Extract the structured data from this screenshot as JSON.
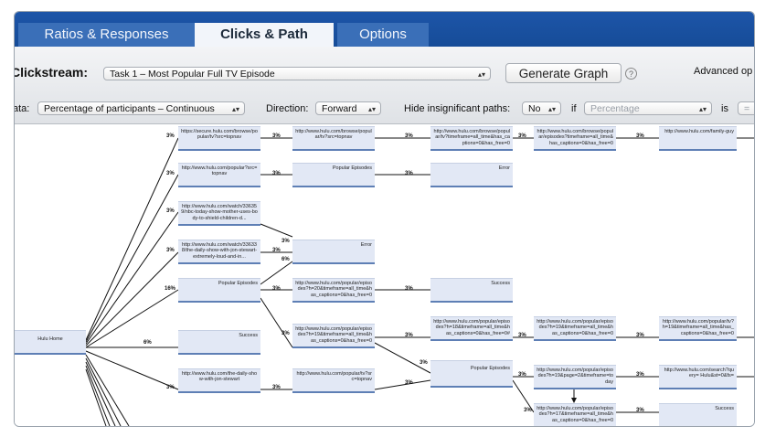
{
  "tabs": [
    {
      "label": "Ratios & Responses",
      "active": false
    },
    {
      "label": "Clicks & Path",
      "active": true
    },
    {
      "label": "Options",
      "active": false
    }
  ],
  "toolbar": {
    "clickstream_label": "Clickstream:",
    "task_select": "Task 1 – Most Popular Full TV Episode",
    "generate_button": "Generate Graph",
    "help": "?",
    "advanced_label": "Advanced op",
    "data_label": "ata:",
    "data_select": "Percentage of participants – Continuous",
    "direction_label": "Direction:",
    "direction_select": "Forward",
    "hide_label": "Hide insignificant paths:",
    "hide_select": "No",
    "if_label": "if",
    "metric_placeholder": "Percentage",
    "is_label": "is",
    "cond_placeholder": "="
  },
  "diagram": {
    "root": "Hulu Home",
    "nodes": {
      "n1a": "https://secure.hulu.com/browse/popular/tv?src=topnav",
      "n1b": "http://www.hulu.com/popular?src=topnav",
      "n1c": "http://www.hulu.com/watch/336359/nbc-today-show-mother-uses-body-to-shield-children-d...",
      "n1d": "http://www.hulu.com/watch/336338/the-daily-show-with-jon-stewart-extremely-loud-and-in...",
      "n1e": "Popular Episodes",
      "n1f": "Success",
      "n1g": "http://www.hulu.com/the-daily-show-with-jon-stewart",
      "n2a": "http://www.hulu.com/browse/popular/tv?src=topnav",
      "n2b": "Popular Episodes",
      "n2c": "Error",
      "n2d": "http://www.hulu.com/popular/episodes?h=20&timeframe=all_time&has_captions=0&has_free=0",
      "n2e": "http://www.hulu.com/popular/episodes?h=19&timeframe=all_time&has_captions=0&has_free=0",
      "n2f": "http://www.hulu.com/popular/tv?src=topnav",
      "n3a": "http://www.hulu.com/browse/popular/tv?timeframe=all_time&has_captions=0&has_free=0",
      "n3b": "Error",
      "n3c": "Success",
      "n3d": "http://www.hulu.com/popular/episodes?h=18&timeframe=all_time&has_captions=0&has_free=0#",
      "n3e": "Popular Episodes",
      "n4a": "http://www.hulu.com/browse/popular/episodes?timeframe=all_time&has_captions=0&has_free=0",
      "n4b": "http://www.hulu.com/popular/episodes?h=19&timeframe=all_time&has_captions=0&has_free=0",
      "n4c": "http://www.hulu.com/popular/episodes?h=19&page=2&timeframe=today",
      "n4d": "http://www.hulu.com/popular/episodes?h=17&timeframe=all_time&has_captions=0&has_free=0",
      "n5a": "http://www.hulu.com/family-guy",
      "n5b": "http://www.hulu.com/popular/tv?h=19&timeframe=all_time&has_captions=0&has_free=0",
      "n5c": "http://www.hulu.com/search?query= Hulu&st=0&fs=",
      "n5d": "Success"
    },
    "edge_labels": {
      "r_1a": "3%",
      "r_1b": "3%",
      "r_1c": "3%",
      "r_1d": "3%",
      "r_1e": "16%",
      "r_1f": "6%",
      "r_1g": "3%",
      "1a_2a": "3%",
      "1b_2b": "3%",
      "1d_2c": "3%",
      "1c_2c": "3%",
      "1e_2c": "6%",
      "1e_2d": "3%",
      "1e_2e": "3%",
      "1g_2f": "3%",
      "2a_3a": "3%",
      "2b_3b": "3%",
      "2d_3c": "3%",
      "2e_3d": "3%",
      "2e_3e": "3%",
      "2f_3e": "3%",
      "3a_4a": "3%",
      "3d_4b": "3%",
      "3e_4c": "3%",
      "3e_4d": "3%",
      "4a_5a": "3%",
      "4b_5b": "3%",
      "4c_5c": "3%",
      "4d_5d": "3%"
    }
  }
}
